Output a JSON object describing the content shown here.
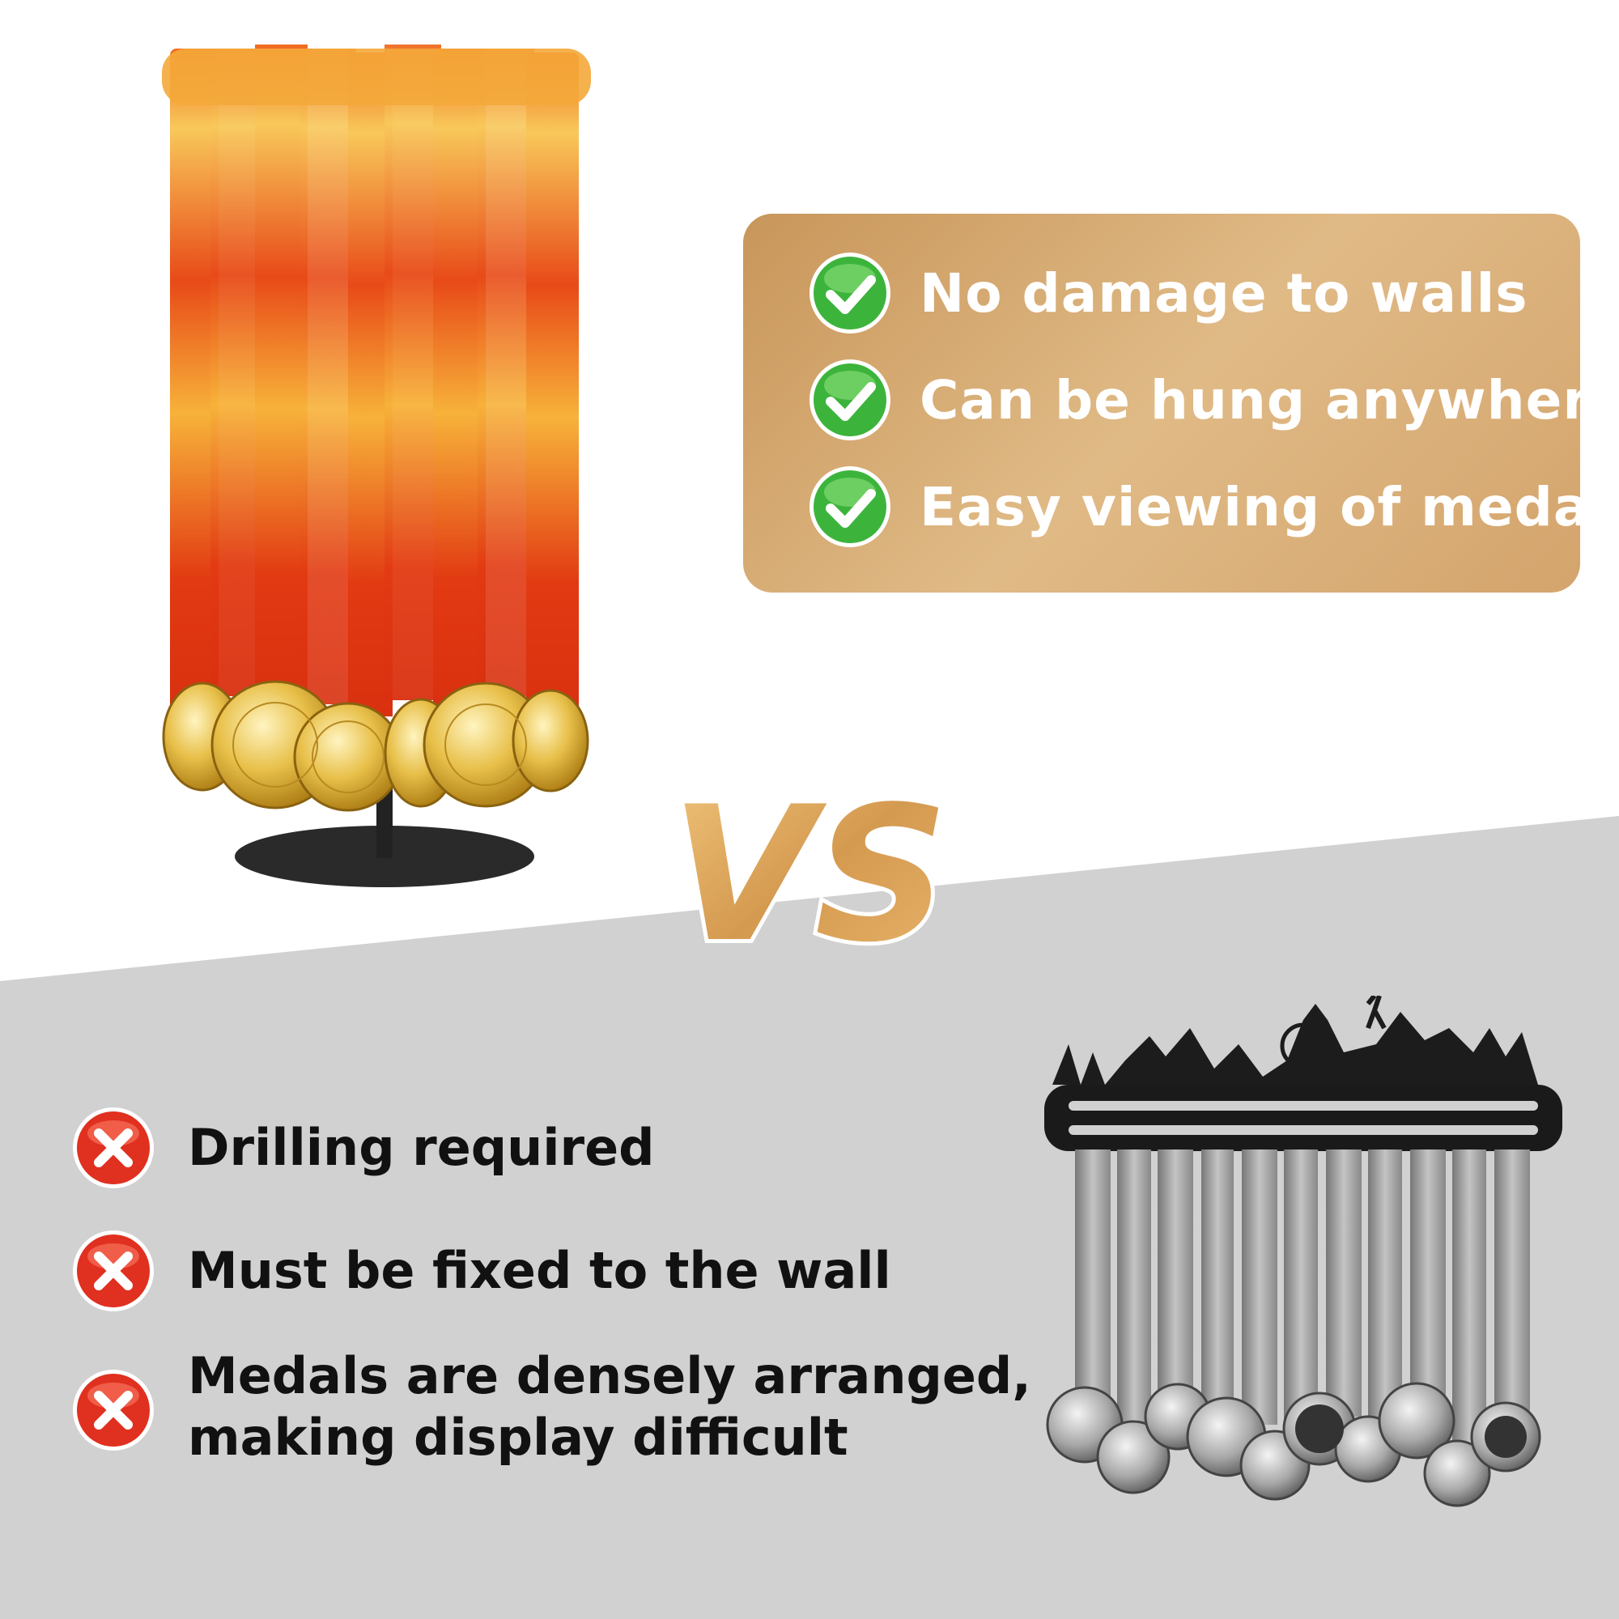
{
  "pros": {
    "items": [
      {
        "label": "No damage to walls",
        "icon": "check-icon"
      },
      {
        "label": "Can be hung anywhere",
        "icon": "check-icon"
      },
      {
        "label": "Easy viewing of medals",
        "icon": "check-icon"
      }
    ]
  },
  "vs_label": "VS",
  "cons": {
    "items": [
      {
        "label": "Drilling required",
        "icon": "x-icon"
      },
      {
        "label": "Must be fixed to the wall",
        "icon": "x-icon"
      },
      {
        "label": "Medals are densely arranged,",
        "label2": "making display difficult",
        "icon": "x-icon"
      }
    ]
  },
  "colors": {
    "card_gold": "#d8aa72",
    "check_green": "#3cb43c",
    "cross_red": "#e03020",
    "vs_gold": "#d9a45e",
    "gray_bg": "#d1d1d1"
  }
}
